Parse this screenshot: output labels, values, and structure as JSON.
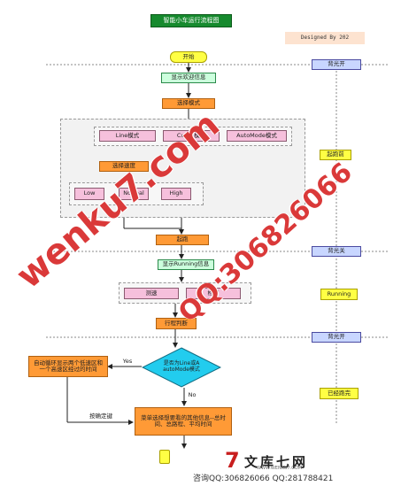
{
  "title": "智能小车运行流程图",
  "designed_by": "Designed By 202",
  "nodes": {
    "start": "开始",
    "welcome": "显示欢迎信息",
    "select_mode": "选择模式",
    "line_mode": "Line模式",
    "curve_mode": "Curve模式",
    "automode": "AutoMode模式",
    "select_speed": "选择速度",
    "low": "Low",
    "normal": "Normal",
    "high": "High",
    "run": "起跑",
    "running_info": "显示Running信息",
    "speed_measure": "测速",
    "detect": "检测",
    "travel": "行程判断",
    "decision": "是否为Line或A autoMode模式",
    "loop_display": "自动循环显示两个低速区和一个高速区经过的时间",
    "other_info": "菜单选择想要看的其他信息--总时间、总路程、平均时间",
    "end": ""
  },
  "labels": {
    "yes": "Yes",
    "no": "No",
    "confirm_key": "按确定键"
  },
  "side": {
    "backlight_on_1": "背光开",
    "start_ready": "起跑前",
    "backlight_off": "背光关",
    "running": "Running",
    "backlight_on_2": "背光开",
    "finished": "已经跑完"
  },
  "watermark": {
    "main": "wenku7.com",
    "qq": "QQ:306826066"
  },
  "footer": {
    "logo_mark": "7",
    "logo_text": "文库七网",
    "logo_url": "WWW.WENKU7.COM",
    "contact": "咨询QQ:306826066 QQ:281788421"
  },
  "colors": {
    "title_bg": "#168a2e",
    "yellow": "#ffff44",
    "orange": "#ff9a36",
    "pink": "#f6c0dc",
    "green": "#ccffdd",
    "cyan": "#22ccee",
    "watermark": "#d72828"
  }
}
